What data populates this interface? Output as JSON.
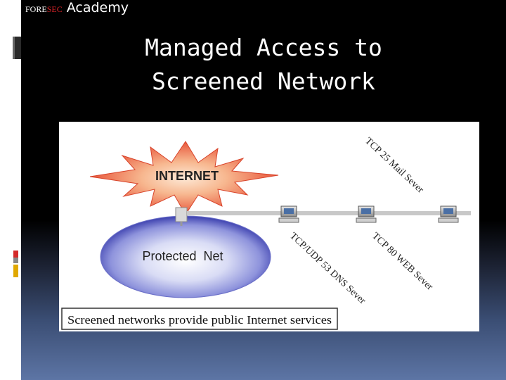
{
  "header": {
    "brand_fore": "FORE",
    "brand_sec": "SEC",
    "brand_academy": "Academy",
    "brand_colors": {
      "fore": "#ffffff",
      "sec": "#e0242a"
    }
  },
  "slide": {
    "title_line1": "Managed Access to",
    "title_line2": "Screened Network"
  },
  "diagram": {
    "internet_label": "INTERNET",
    "protected_label": "Protected  Net",
    "links": {
      "mail": "TCP 25 Mail Sever",
      "dns": "TCP/UDP 53 DNS Sever",
      "web": "TCP 80 WEB Sever"
    },
    "caption": "Screened networks provide public Internet services",
    "colors": {
      "burst": "#e8553a",
      "burst_center": "#fbe6d2",
      "ellipse_edge": "#3b3fae",
      "backbone": "#c8c8c8"
    }
  }
}
